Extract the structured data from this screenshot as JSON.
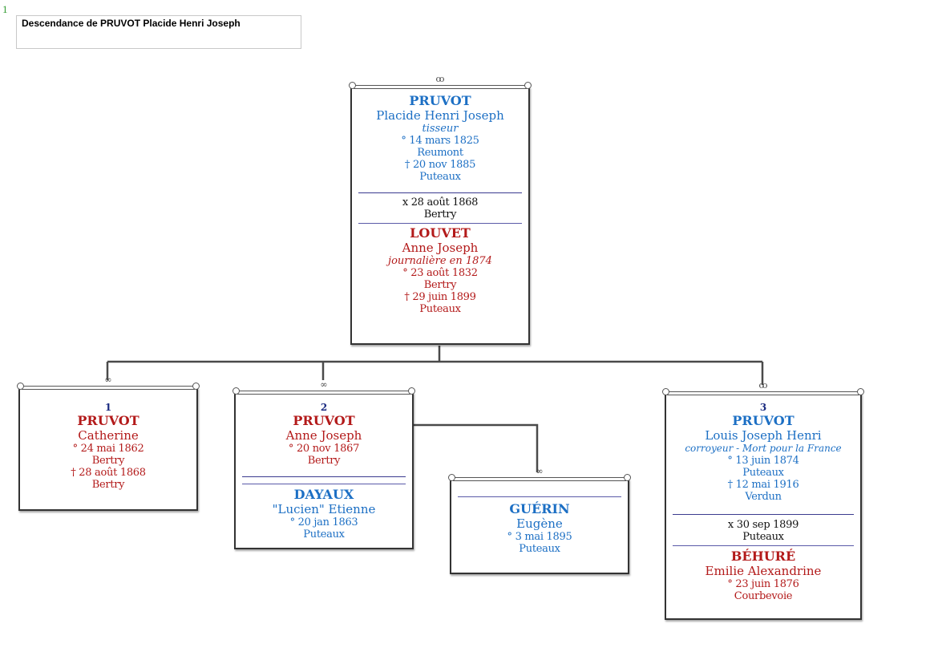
{
  "page_number": "1",
  "title": "Descendance de PRUVOT Placide Henri Joseph",
  "root": {
    "person": {
      "surname": "PRUVOT",
      "given": "Placide Henri Joseph",
      "occupation": "tisseur",
      "birth_date": "° 14 mars 1825",
      "birth_place": "Reumont",
      "death_date": "† 20 nov 1885",
      "death_place": "Puteaux"
    },
    "marriage": {
      "date": "x 28 août 1868",
      "place": "Bertry"
    },
    "spouse": {
      "surname": "LOUVET",
      "given": "Anne Joseph",
      "occupation": "journalière en 1874",
      "birth_date": "° 23 août 1832",
      "birth_place": "Bertry",
      "death_date": "† 29 juin 1899",
      "death_place": "Puteaux"
    }
  },
  "children": [
    {
      "number": "1",
      "surname": "PRUVOT",
      "given": "Catherine",
      "birth_date": "° 24 mai 1862",
      "birth_place": "Bertry",
      "death_date": "† 28 août 1868",
      "death_place": "Bertry"
    },
    {
      "number": "2",
      "surname": "PRUVOT",
      "given": "Anne Joseph",
      "birth_date": "° 20 nov 1867",
      "birth_place": "Bertry",
      "spouse": {
        "surname": "DAYAUX",
        "given": "\"Lucien\" Etienne",
        "birth_date": "° 20 jan 1863",
        "birth_place": "Puteaux"
      }
    },
    {
      "number": "3",
      "surname": "PRUVOT",
      "given": "Louis Joseph Henri",
      "occupation": "corroyeur  - Mort pour la France",
      "birth_date": "° 13 juin 1874",
      "birth_place": "Puteaux",
      "death_date": "† 12 mai 1916",
      "death_place": "Verdun",
      "marriage": {
        "date": "x 30 sep 1899",
        "place": "Puteaux"
      },
      "spouse": {
        "surname": "BÉHURÉ",
        "given": "Emilie Alexandrine",
        "birth_date": "° 23 juin 1876",
        "birth_place": "Courbevoie"
      }
    }
  ],
  "grandchildren": [
    {
      "surname": "GUÉRIN",
      "given": "Eugène",
      "birth_date": "° 3 mai 1895",
      "birth_place": "Puteaux"
    }
  ],
  "colors": {
    "male": "#1c6fc4",
    "female": "#b31a1a",
    "connector": "#444444",
    "page_number": "#2e9a2e"
  }
}
